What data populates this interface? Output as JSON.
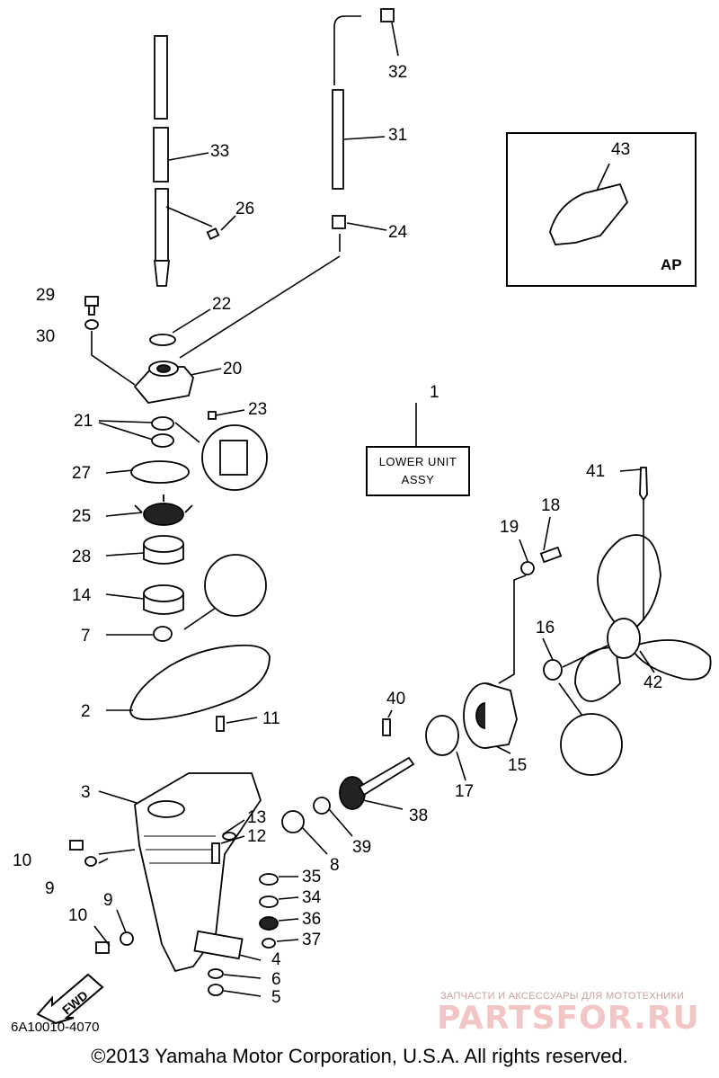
{
  "diagram": {
    "code": "6A10010-4070",
    "copyright": "©2013 Yamaha Motor Corporation, U.S.A. All rights reserved.",
    "label_box": {
      "line1": "LOWER UNIT",
      "line2": "ASSY"
    },
    "inset_label": "AP",
    "fwd_label": "FWD",
    "watermark": {
      "subtitle": "ЗАПЧАСТИ И АКСЕССУАРЫ ДЛЯ МОТОТЕХНИКИ",
      "brand": "PARTSFOR.RU"
    },
    "callouts": [
      {
        "id": "c1",
        "text": "1"
      },
      {
        "id": "c2",
        "text": "2"
      },
      {
        "id": "c3",
        "text": "3"
      },
      {
        "id": "c4",
        "text": "4"
      },
      {
        "id": "c5",
        "text": "5"
      },
      {
        "id": "c6",
        "text": "6"
      },
      {
        "id": "c7",
        "text": "7"
      },
      {
        "id": "c8",
        "text": "8"
      },
      {
        "id": "c9a",
        "text": "9"
      },
      {
        "id": "c9b",
        "text": "9"
      },
      {
        "id": "c10a",
        "text": "10"
      },
      {
        "id": "c10b",
        "text": "10"
      },
      {
        "id": "c11",
        "text": "11"
      },
      {
        "id": "c12",
        "text": "12"
      },
      {
        "id": "c13",
        "text": "13"
      },
      {
        "id": "c14",
        "text": "14"
      },
      {
        "id": "c15",
        "text": "15"
      },
      {
        "id": "c16",
        "text": "16"
      },
      {
        "id": "c17",
        "text": "17"
      },
      {
        "id": "c18",
        "text": "18"
      },
      {
        "id": "c19",
        "text": "19"
      },
      {
        "id": "c20",
        "text": "20"
      },
      {
        "id": "c21",
        "text": "21"
      },
      {
        "id": "c22",
        "text": "22"
      },
      {
        "id": "c23",
        "text": "23"
      },
      {
        "id": "c24",
        "text": "24"
      },
      {
        "id": "c25",
        "text": "25"
      },
      {
        "id": "c26",
        "text": "26"
      },
      {
        "id": "c27",
        "text": "27"
      },
      {
        "id": "c28",
        "text": "28"
      },
      {
        "id": "c29",
        "text": "29"
      },
      {
        "id": "c30",
        "text": "30"
      },
      {
        "id": "c31",
        "text": "31"
      },
      {
        "id": "c32",
        "text": "32"
      },
      {
        "id": "c33",
        "text": "33"
      },
      {
        "id": "c34",
        "text": "34"
      },
      {
        "id": "c35",
        "text": "35"
      },
      {
        "id": "c36",
        "text": "36"
      },
      {
        "id": "c37",
        "text": "37"
      },
      {
        "id": "c38",
        "text": "38"
      },
      {
        "id": "c39",
        "text": "39"
      },
      {
        "id": "c40",
        "text": "40"
      },
      {
        "id": "c41",
        "text": "41"
      },
      {
        "id": "c42",
        "text": "42"
      },
      {
        "id": "c43",
        "text": "43"
      }
    ]
  }
}
